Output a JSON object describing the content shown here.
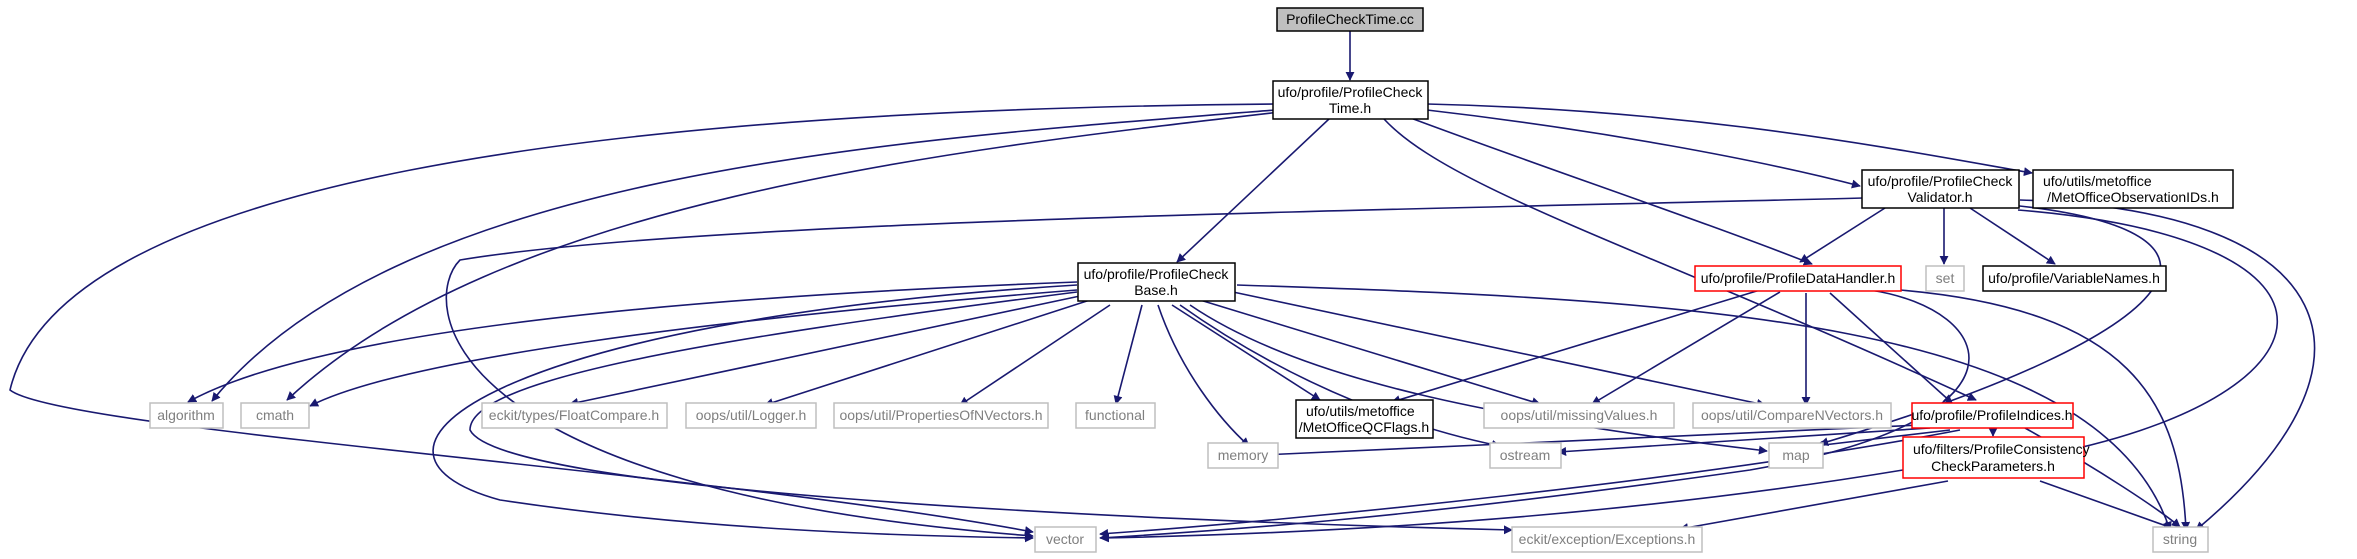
{
  "colors": {
    "edge": "#191970",
    "root_fill": "#bfbfbf",
    "root_border": "#000000",
    "normal_border": "#000000",
    "red_border": "#ff0000",
    "grey_border": "#bfbfbf",
    "grey_text": "#7f7f7f",
    "text": "#000000"
  },
  "nodes": {
    "root": {
      "label": "ProfileCheckTime.cc"
    },
    "pct_h": {
      "label_line1": "ufo/profile/ProfileCheck",
      "label_line2": "Time.h"
    },
    "pcv_h": {
      "label_line1": "ufo/profile/ProfileCheck",
      "label_line2": "Validator.h"
    },
    "moid_h": {
      "label_line1": "ufo/utils/metoffice",
      "label_line2": "/MetOfficeObservationIDs.h"
    },
    "pcb_h": {
      "label_line1": "ufo/profile/ProfileCheck",
      "label_line2": "Base.h"
    },
    "pdh_h": {
      "label": "ufo/profile/ProfileDataHandler.h"
    },
    "set": {
      "label": "set"
    },
    "varnames_h": {
      "label": "ufo/profile/VariableNames.h"
    },
    "algorithm": {
      "label": "algorithm"
    },
    "cmath": {
      "label": "cmath"
    },
    "floatcompare_h": {
      "label": "eckit/types/FloatCompare.h"
    },
    "logger_h": {
      "label": "oops/util/Logger.h"
    },
    "propnv_h": {
      "label": "oops/util/PropertiesOfNVectors.h"
    },
    "functional": {
      "label": "functional"
    },
    "moqcf_h": {
      "label_line1": "ufo/utils/metoffice",
      "label_line2": "/MetOfficeQCFlags.h"
    },
    "missing_h": {
      "label": "oops/util/missingValues.h"
    },
    "comparenv_h": {
      "label": "oops/util/CompareNVectors.h"
    },
    "pidx_h": {
      "label": "ufo/profile/ProfileIndices.h"
    },
    "memory": {
      "label": "memory"
    },
    "ostream": {
      "label": "ostream"
    },
    "map": {
      "label": "map"
    },
    "pccp_h": {
      "label_line1": "ufo/filters/ProfileConsistency",
      "label_line2": "CheckParameters.h"
    },
    "vector": {
      "label": "vector"
    },
    "exceptions_h": {
      "label": "eckit/exception/Exceptions.h"
    },
    "string": {
      "label": "string"
    }
  }
}
